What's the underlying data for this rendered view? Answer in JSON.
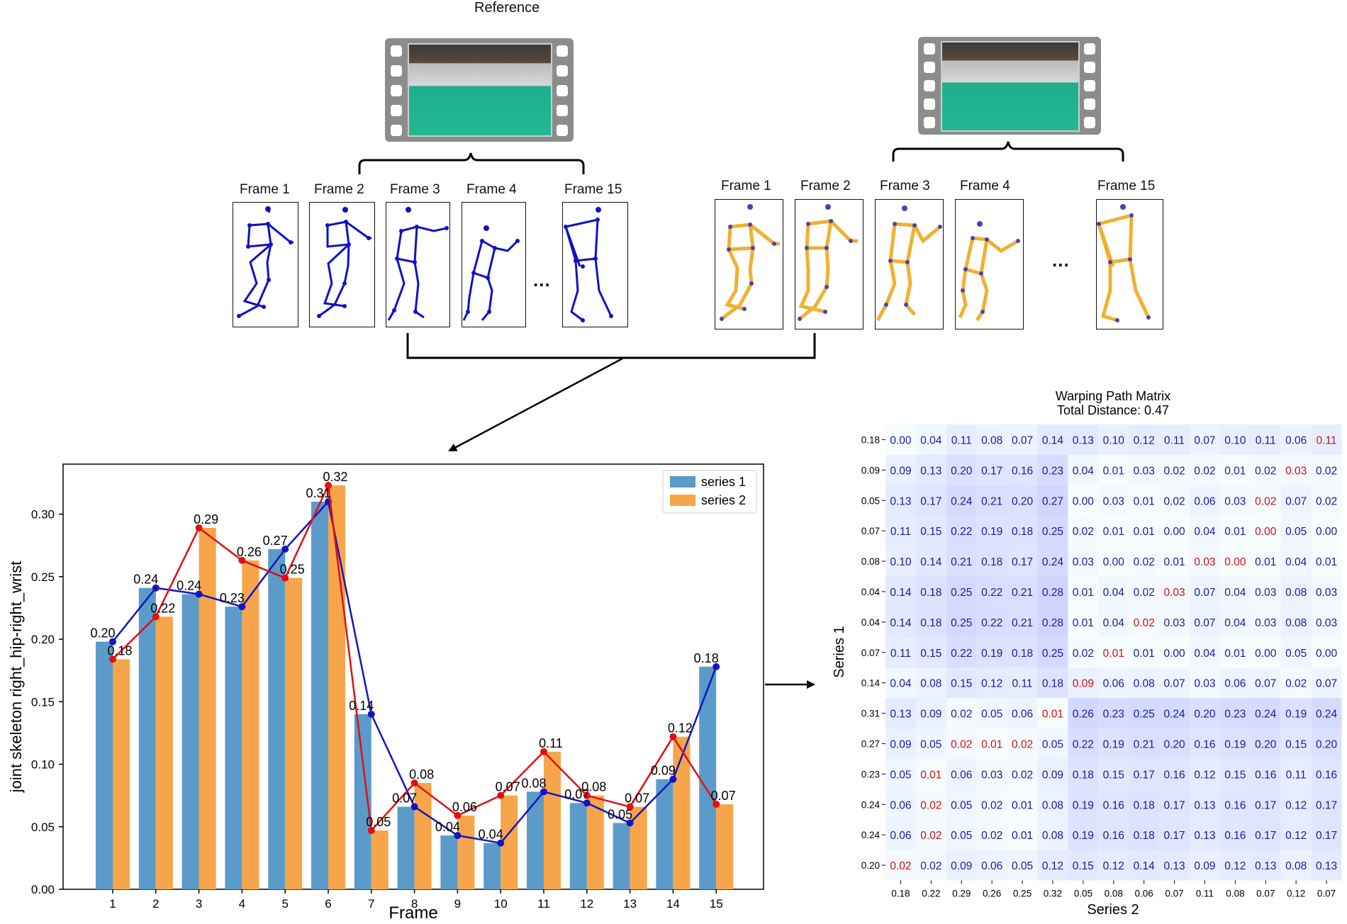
{
  "reference_title": "Reference",
  "left_frames": [
    "Frame 1",
    "Frame 2",
    "Frame 3",
    "Frame 4",
    "Frame 15"
  ],
  "right_frames": [
    "Frame 1",
    "Frame 2",
    "Frame 3",
    "Frame 4",
    "Frame 15"
  ],
  "ellipsis": "...",
  "colors": {
    "blue_skeleton": "#1010c8",
    "orange_skeleton": "#f0b030",
    "series1": "#5b9bc9",
    "series2": "#f7a54a",
    "line1": "#1515c0",
    "line2": "#e01010"
  },
  "chart_data": [
    {
      "type": "bar",
      "xlabel": "Frame",
      "ylabel": "joint skeleton right_hip-right_wrist",
      "categories": [
        "1",
        "2",
        "3",
        "4",
        "5",
        "6",
        "7",
        "8",
        "9",
        "10",
        "11",
        "12",
        "13",
        "14",
        "15"
      ],
      "ylim": [
        0,
        0.34
      ],
      "yticks": [
        "0.00",
        "0.05",
        "0.10",
        "0.15",
        "0.20",
        "0.25",
        "0.30"
      ],
      "legend_position": "top-right",
      "series": [
        {
          "name": "series 1",
          "values": [
            0.198,
            0.241,
            0.236,
            0.226,
            0.272,
            0.31,
            0.14,
            0.066,
            0.043,
            0.037,
            0.078,
            0.069,
            0.053,
            0.088,
            0.178
          ],
          "labels": [
            "0.20",
            "0.24",
            "0.24",
            "0.23",
            "0.27",
            "0.31",
            "0.14",
            "0.07",
            "0.04",
            "0.04",
            "0.08",
            "0.07",
            "0.05",
            "0.09",
            "0.18"
          ]
        },
        {
          "name": "series 2",
          "values": [
            0.184,
            0.218,
            0.289,
            0.263,
            0.249,
            0.323,
            0.047,
            0.085,
            0.059,
            0.075,
            0.11,
            0.075,
            0.066,
            0.122,
            0.068
          ],
          "labels": [
            "0.18",
            "0.22",
            "0.29",
            "0.26",
            "0.25",
            "0.32",
            "0.05",
            "0.08",
            "0.06",
            "0.07",
            "0.11",
            "0.08",
            "0.07",
            "0.12",
            "0.07"
          ]
        }
      ]
    },
    {
      "type": "heatmap",
      "title": "Warping Path Matrix",
      "subtitle": "Total Distance: 0.47",
      "xlabel": "Series 2",
      "ylabel": "Series 1",
      "xticks": [
        "0.18",
        "0.22",
        "0.29",
        "0.26",
        "0.25",
        "0.32",
        "0.05",
        "0.08",
        "0.06",
        "0.07",
        "0.11",
        "0.08",
        "0.07",
        "0.12",
        "0.07"
      ],
      "yticks": [
        "0.18",
        "0.09",
        "0.05",
        "0.07",
        "0.08",
        "0.04",
        "0.04",
        "0.07",
        "0.14",
        "0.31",
        "0.27",
        "0.23",
        "0.24",
        "0.24",
        "0.20"
      ],
      "rows": [
        [
          "0.00",
          "0.04",
          "0.11",
          "0.08",
          "0.07",
          "0.14",
          "0.13",
          "0.10",
          "0.12",
          "0.11",
          "0.07",
          "0.10",
          "0.11",
          "0.06",
          "0.11"
        ],
        [
          "0.09",
          "0.13",
          "0.20",
          "0.17",
          "0.16",
          "0.23",
          "0.04",
          "0.01",
          "0.03",
          "0.02",
          "0.02",
          "0.01",
          "0.02",
          "0.03",
          "0.02"
        ],
        [
          "0.13",
          "0.17",
          "0.24",
          "0.21",
          "0.20",
          "0.27",
          "0.00",
          "0.03",
          "0.01",
          "0.02",
          "0.06",
          "0.03",
          "0.02",
          "0.07",
          "0.02"
        ],
        [
          "0.11",
          "0.15",
          "0.22",
          "0.19",
          "0.18",
          "0.25",
          "0.02",
          "0.01",
          "0.01",
          "0.00",
          "0.04",
          "0.01",
          "0.00",
          "0.05",
          "0.00"
        ],
        [
          "0.10",
          "0.14",
          "0.21",
          "0.18",
          "0.17",
          "0.24",
          "0.03",
          "0.00",
          "0.02",
          "0.01",
          "0.03",
          "0.00",
          "0.01",
          "0.04",
          "0.01"
        ],
        [
          "0.14",
          "0.18",
          "0.25",
          "0.22",
          "0.21",
          "0.28",
          "0.01",
          "0.04",
          "0.02",
          "0.03",
          "0.07",
          "0.04",
          "0.03",
          "0.08",
          "0.03"
        ],
        [
          "0.14",
          "0.18",
          "0.25",
          "0.22",
          "0.21",
          "0.28",
          "0.01",
          "0.04",
          "0.02",
          "0.03",
          "0.07",
          "0.04",
          "0.03",
          "0.08",
          "0.03"
        ],
        [
          "0.11",
          "0.15",
          "0.22",
          "0.19",
          "0.18",
          "0.25",
          "0.02",
          "0.01",
          "0.01",
          "0.00",
          "0.04",
          "0.01",
          "0.00",
          "0.05",
          "0.00"
        ],
        [
          "0.04",
          "0.08",
          "0.15",
          "0.12",
          "0.11",
          "0.18",
          "0.09",
          "0.06",
          "0.08",
          "0.07",
          "0.03",
          "0.06",
          "0.07",
          "0.02",
          "0.07"
        ],
        [
          "0.13",
          "0.09",
          "0.02",
          "0.05",
          "0.06",
          "0.01",
          "0.26",
          "0.23",
          "0.25",
          "0.24",
          "0.20",
          "0.23",
          "0.24",
          "0.19",
          "0.24"
        ],
        [
          "0.09",
          "0.05",
          "0.02",
          "0.01",
          "0.02",
          "0.05",
          "0.22",
          "0.19",
          "0.21",
          "0.20",
          "0.16",
          "0.19",
          "0.20",
          "0.15",
          "0.20"
        ],
        [
          "0.05",
          "0.01",
          "0.06",
          "0.03",
          "0.02",
          "0.09",
          "0.18",
          "0.15",
          "0.17",
          "0.16",
          "0.12",
          "0.15",
          "0.16",
          "0.11",
          "0.16"
        ],
        [
          "0.06",
          "0.02",
          "0.05",
          "0.02",
          "0.01",
          "0.08",
          "0.19",
          "0.16",
          "0.18",
          "0.17",
          "0.13",
          "0.16",
          "0.17",
          "0.12",
          "0.17"
        ],
        [
          "0.06",
          "0.02",
          "0.05",
          "0.02",
          "0.01",
          "0.08",
          "0.19",
          "0.16",
          "0.18",
          "0.17",
          "0.13",
          "0.16",
          "0.17",
          "0.12",
          "0.17"
        ],
        [
          "0.02",
          "0.02",
          "0.09",
          "0.06",
          "0.05",
          "0.12",
          "0.15",
          "0.12",
          "0.14",
          "0.13",
          "0.09",
          "0.12",
          "0.13",
          "0.08",
          "0.13"
        ]
      ],
      "path_cells": [
        [
          0,
          14
        ],
        [
          1,
          13
        ],
        [
          2,
          12
        ],
        [
          3,
          12
        ],
        [
          4,
          10
        ],
        [
          4,
          11
        ],
        [
          5,
          9
        ],
        [
          6,
          8
        ],
        [
          7,
          7
        ],
        [
          8,
          6
        ],
        [
          9,
          5
        ],
        [
          10,
          2
        ],
        [
          10,
          3
        ],
        [
          10,
          4
        ],
        [
          11,
          1
        ],
        [
          12,
          1
        ],
        [
          13,
          1
        ],
        [
          14,
          0
        ]
      ]
    }
  ]
}
